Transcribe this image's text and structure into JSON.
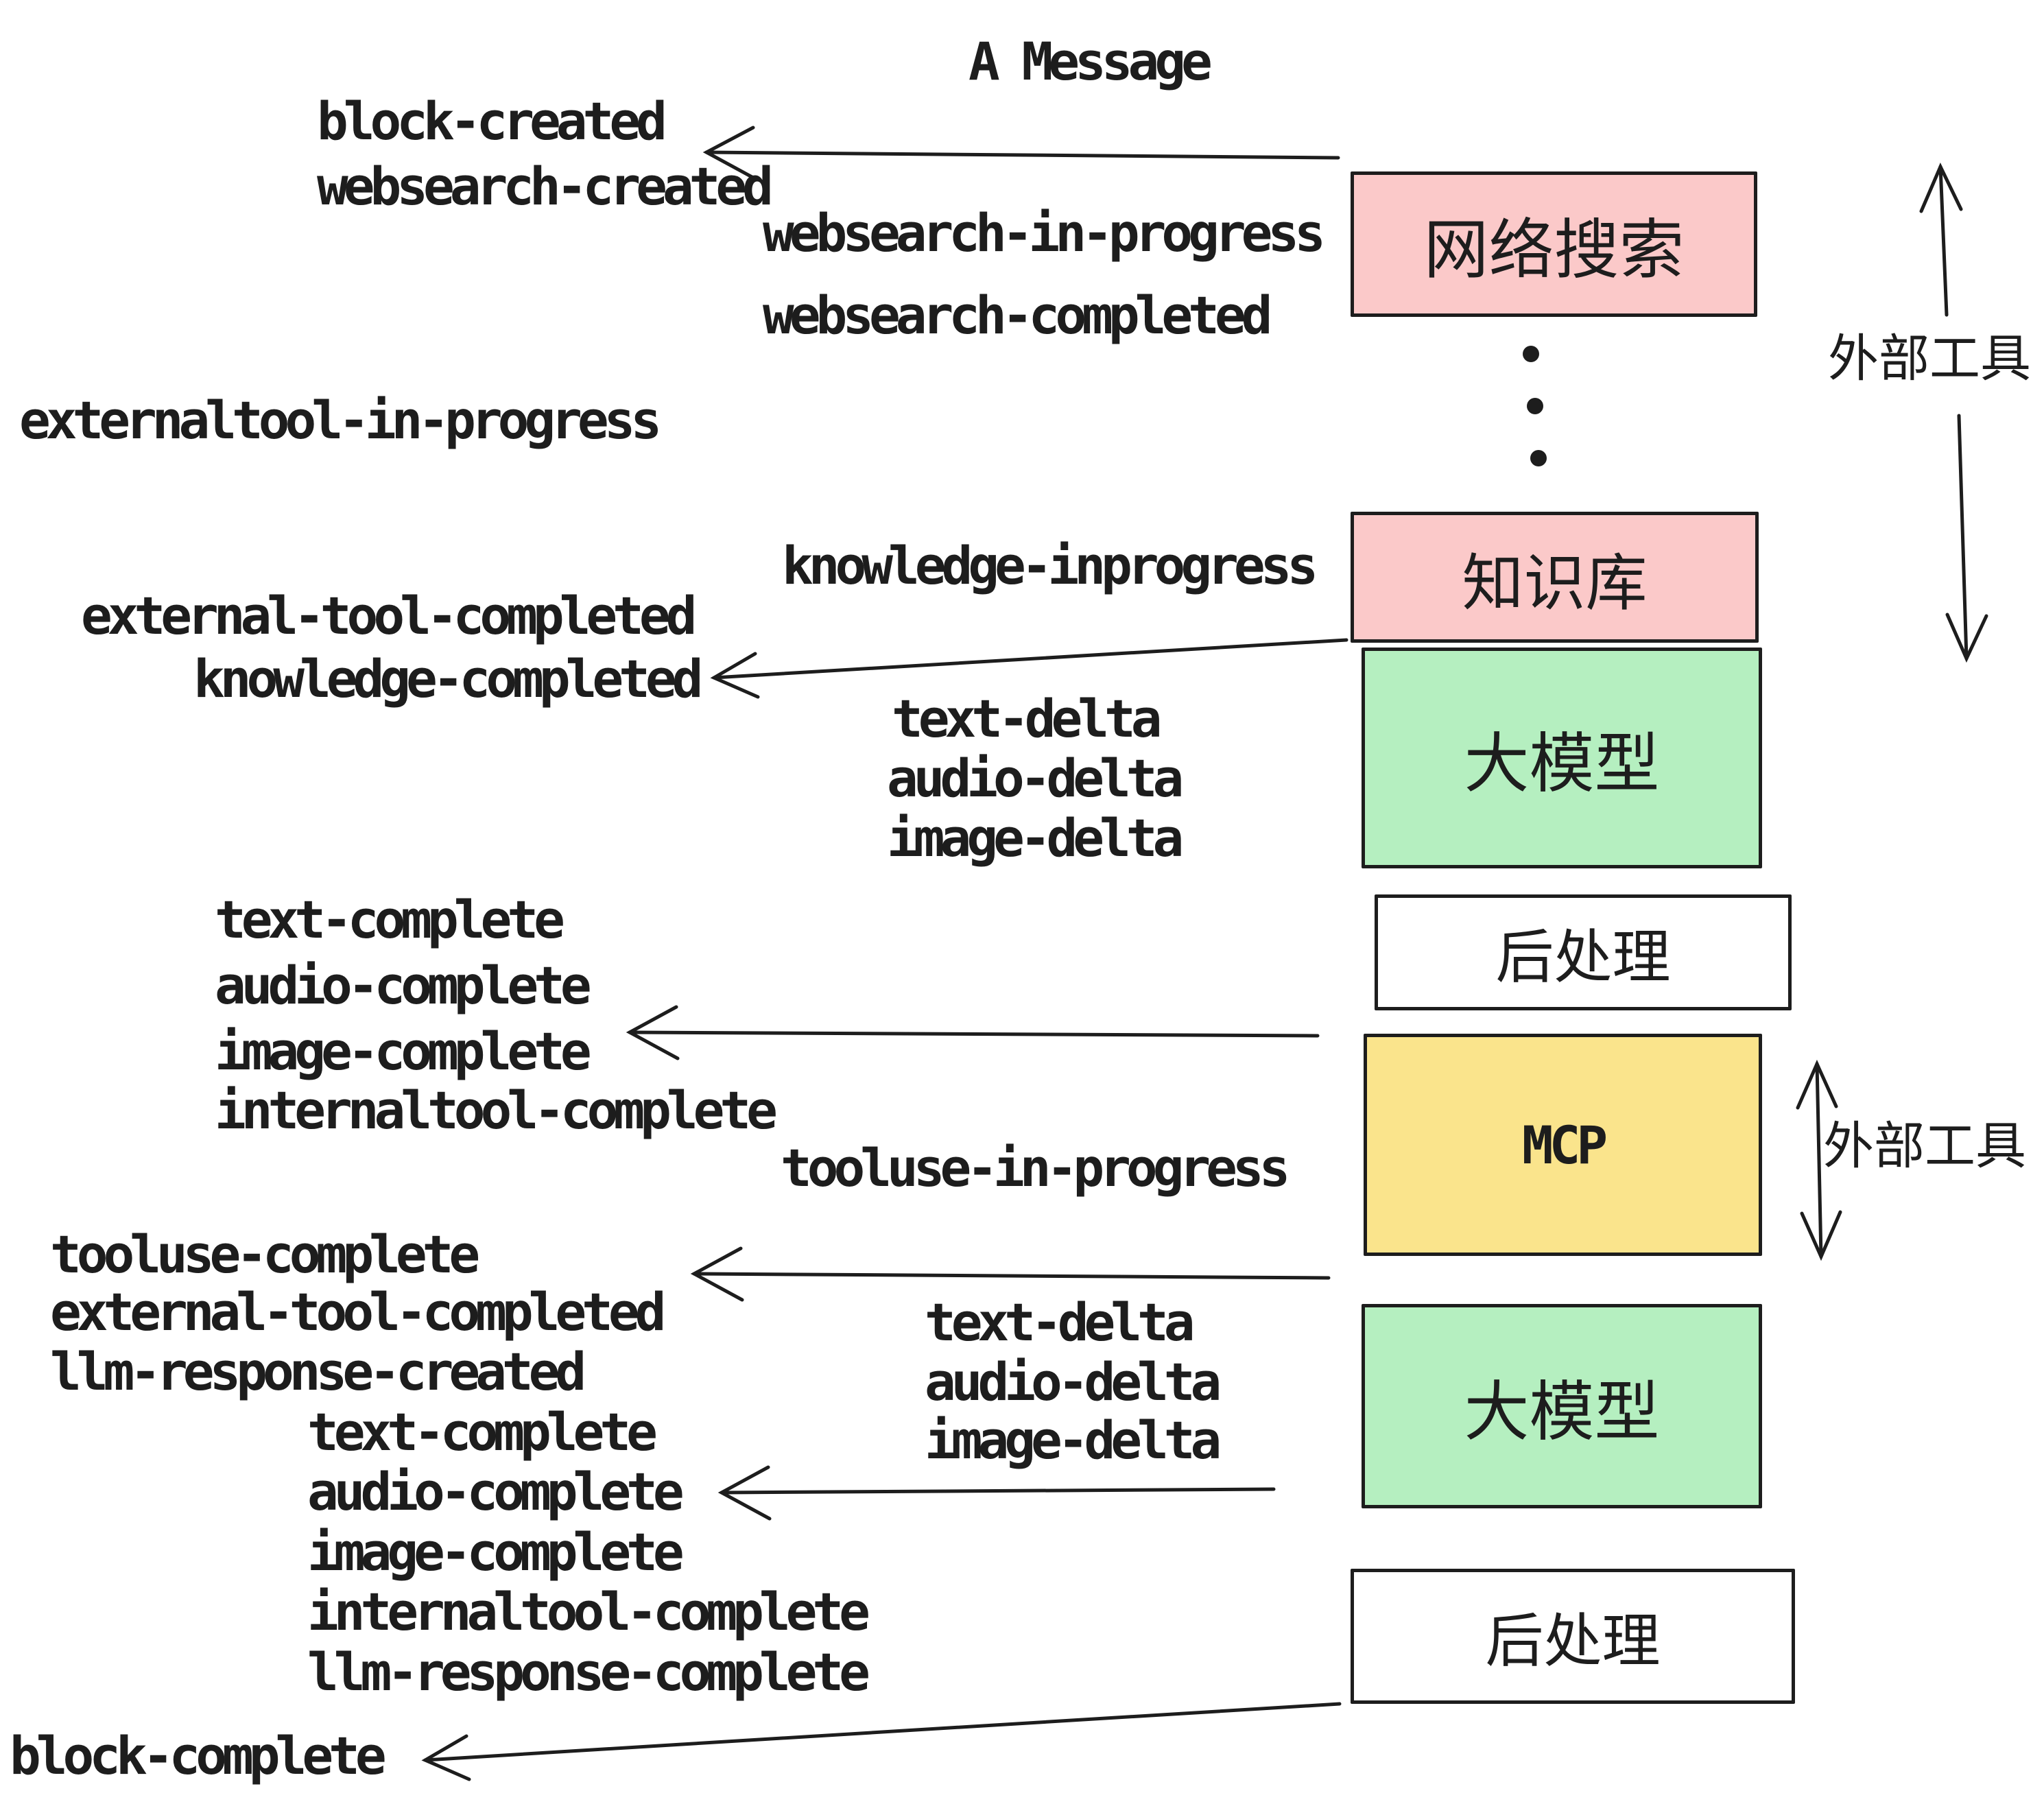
{
  "title": "A Message",
  "colors": {
    "ink": "#1d1d1d",
    "box_pink": "#fbc9c9",
    "box_green": "#b5efc0",
    "box_yellow": "#fae48c",
    "box_white": "#ffffff",
    "background": "#ffffff"
  },
  "boxes": [
    {
      "label": "网络搜索"
    },
    {
      "label": "知识库"
    },
    {
      "label": "大模型"
    },
    {
      "label": "后处理"
    },
    {
      "label": "MCP"
    },
    {
      "label": "大模型"
    },
    {
      "label": "后处理"
    }
  ],
  "side_labels": [
    {
      "text": "外部工具"
    },
    {
      "text": "外部工具"
    }
  ],
  "icons": {
    "vertical_ellipsis": "⋮"
  },
  "events": [
    {
      "text": "block-created"
    },
    {
      "text": "websearch-created"
    },
    {
      "text": "websearch-in-progress"
    },
    {
      "text": "websearch-completed"
    },
    {
      "text": "externaltool-in-progress"
    },
    {
      "text": "knowledge-inprogress"
    },
    {
      "text": "external-tool-completed"
    },
    {
      "text": "knowledge-completed"
    },
    {
      "text": "text-delta"
    },
    {
      "text": "audio-delta"
    },
    {
      "text": "image-delta"
    },
    {
      "text": "text-complete"
    },
    {
      "text": "audio-complete"
    },
    {
      "text": "image-complete"
    },
    {
      "text": "internaltool-complete"
    },
    {
      "text": "tooluse-in-progress"
    },
    {
      "text": "tooluse-complete"
    },
    {
      "text": "external-tool-completed"
    },
    {
      "text": "llm-response-created"
    },
    {
      "text": "text-complete"
    },
    {
      "text": "audio-complete"
    },
    {
      "text": "image-complete"
    },
    {
      "text": "internaltool-complete"
    },
    {
      "text": "llm-response-complete"
    },
    {
      "text": "block-complete"
    },
    {
      "text": "text-delta"
    },
    {
      "text": "audio-delta"
    },
    {
      "text": "image-delta"
    }
  ]
}
